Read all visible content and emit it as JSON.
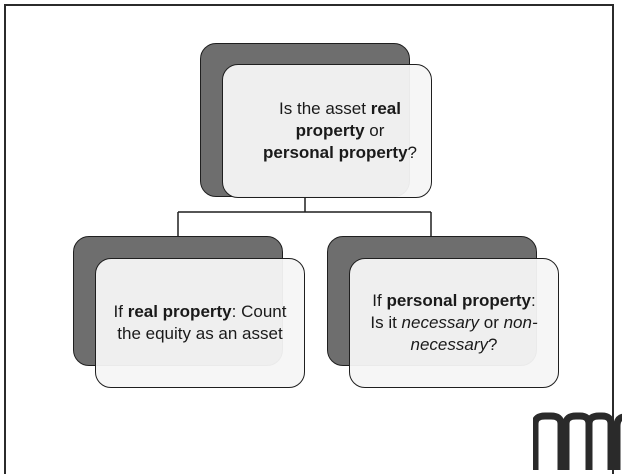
{
  "diagram": {
    "top_box": {
      "parts": [
        {
          "t": "Is the asset ",
          "s": "normal"
        },
        {
          "t": "real property",
          "s": "bold"
        },
        {
          "t": " or ",
          "s": "normal"
        },
        {
          "t": "personal property",
          "s": "bold"
        },
        {
          "t": "?",
          "s": "normal"
        }
      ]
    },
    "left_box": {
      "parts": [
        {
          "t": "If ",
          "s": "normal"
        },
        {
          "t": "real property",
          "s": "bold"
        },
        {
          "t": ": Count the equity as an asset",
          "s": "normal"
        }
      ]
    },
    "right_box": {
      "parts": [
        {
          "t": "If ",
          "s": "normal"
        },
        {
          "t": "personal property",
          "s": "bold"
        },
        {
          "t": ": Is it ",
          "s": "normal"
        },
        {
          "t": "necessary",
          "s": "italic"
        },
        {
          "t": " or ",
          "s": "normal"
        },
        {
          "t": "non-necessary",
          "s": "italic"
        },
        {
          "t": "?",
          "s": "normal"
        }
      ]
    }
  },
  "logo": {
    "text": "nmc",
    "color": "#2a2a2a"
  },
  "colors": {
    "shadow_fill": "#6e6e6e",
    "card_fill": "#f6f6f6",
    "stroke": "#1f1f1f"
  }
}
